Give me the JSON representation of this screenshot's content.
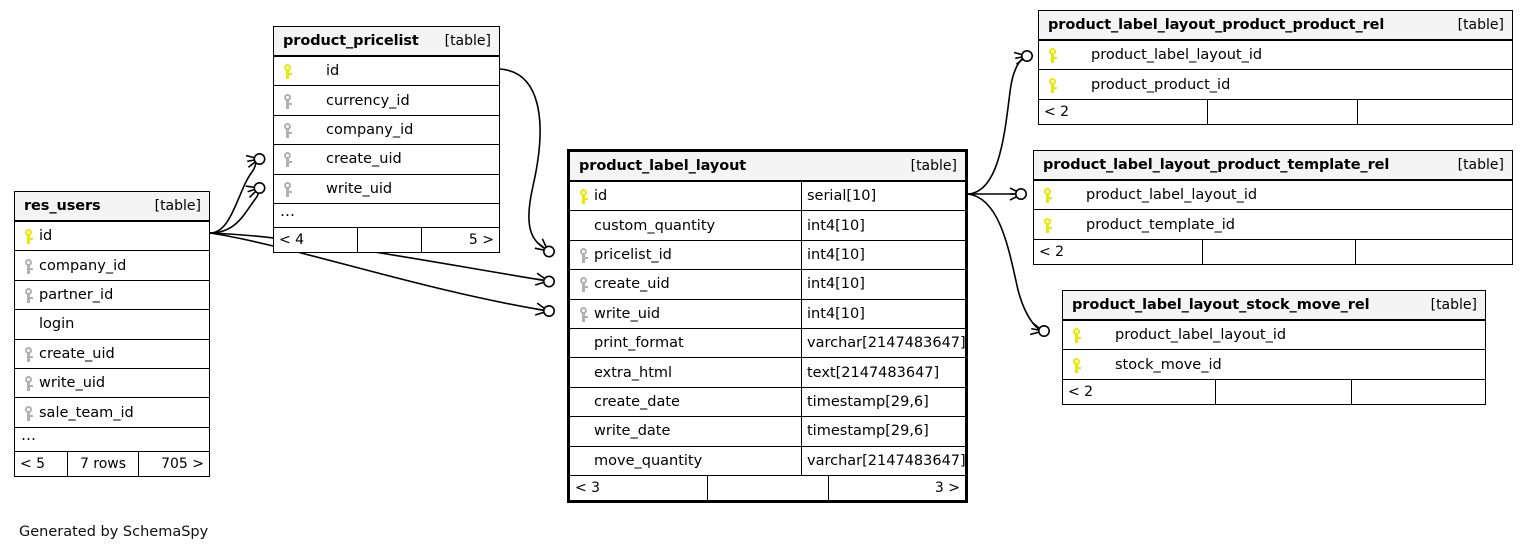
{
  "diagram": {
    "kind": "database-schema-erd",
    "credit": "Generated by SchemaSpy",
    "table_tag": "[table]",
    "ellipsis": "…",
    "colors": {
      "background": "#ffffff",
      "table_border": "#000000",
      "header_fill": "#f4f4f4",
      "primary_key_icon": "#e8e800",
      "foreign_key_icon": "#b0b0b0",
      "edge_stroke": "#000000"
    }
  },
  "tables": [
    {
      "id": "res_users",
      "name": "res_users",
      "tag": "[table]",
      "columns": [
        {
          "name": "id",
          "key": "pk",
          "type": ""
        },
        {
          "name": "company_id",
          "key": "fk",
          "type": ""
        },
        {
          "name": "partner_id",
          "key": "fk",
          "type": ""
        },
        {
          "name": "login",
          "key": "none",
          "type": ""
        },
        {
          "name": "create_uid",
          "key": "fk",
          "type": ""
        },
        {
          "name": "write_uid",
          "key": "fk",
          "type": ""
        },
        {
          "name": "sale_team_id",
          "key": "fk",
          "type": ""
        }
      ],
      "has_ellipsis": true,
      "footer": {
        "left": "< 5",
        "center": "7 rows",
        "right": "705 >"
      }
    },
    {
      "id": "product_pricelist",
      "name": "product_pricelist",
      "tag": "[table]",
      "columns": [
        {
          "name": "id",
          "key": "pk",
          "type": ""
        },
        {
          "name": "currency_id",
          "key": "fk",
          "type": ""
        },
        {
          "name": "company_id",
          "key": "fk",
          "type": ""
        },
        {
          "name": "create_uid",
          "key": "fk",
          "type": ""
        },
        {
          "name": "write_uid",
          "key": "fk",
          "type": ""
        }
      ],
      "has_ellipsis": true,
      "footer": {
        "left": "< 4",
        "center": "",
        "right": "5 >"
      }
    },
    {
      "id": "product_label_layout",
      "name": "product_label_layout",
      "tag": "[table]",
      "columns": [
        {
          "name": "id",
          "key": "pk",
          "type": "serial[10]"
        },
        {
          "name": "custom_quantity",
          "key": "none",
          "type": "int4[10]"
        },
        {
          "name": "pricelist_id",
          "key": "fk",
          "type": "int4[10]"
        },
        {
          "name": "create_uid",
          "key": "fk",
          "type": "int4[10]"
        },
        {
          "name": "write_uid",
          "key": "fk",
          "type": "int4[10]"
        },
        {
          "name": "print_format",
          "key": "none",
          "type": "varchar[2147483647]"
        },
        {
          "name": "extra_html",
          "key": "none",
          "type": "text[2147483647]"
        },
        {
          "name": "create_date",
          "key": "none",
          "type": "timestamp[29,6]"
        },
        {
          "name": "write_date",
          "key": "none",
          "type": "timestamp[29,6]"
        },
        {
          "name": "move_quantity",
          "key": "none",
          "type": "varchar[2147483647]"
        }
      ],
      "has_ellipsis": false,
      "footer": {
        "left": "< 3",
        "center": "",
        "right": "3 >"
      }
    },
    {
      "id": "product_label_layout_product_product_rel",
      "name": "product_label_layout_product_product_rel",
      "tag": "[table]",
      "columns": [
        {
          "name": "product_label_layout_id",
          "key": "pk",
          "type": ""
        },
        {
          "name": "product_product_id",
          "key": "pk",
          "type": ""
        }
      ],
      "has_ellipsis": false,
      "footer": {
        "left": "< 2",
        "center": "",
        "right": ""
      }
    },
    {
      "id": "product_label_layout_product_template_rel",
      "name": "product_label_layout_product_template_rel",
      "tag": "[table]",
      "columns": [
        {
          "name": "product_label_layout_id",
          "key": "pk",
          "type": ""
        },
        {
          "name": "product_template_id",
          "key": "pk",
          "type": ""
        }
      ],
      "has_ellipsis": false,
      "footer": {
        "left": "< 2",
        "center": "",
        "right": ""
      }
    },
    {
      "id": "product_label_layout_stock_move_rel",
      "name": "product_label_layout_stock_move_rel",
      "tag": "[table]",
      "columns": [
        {
          "name": "product_label_layout_id",
          "key": "pk",
          "type": ""
        },
        {
          "name": "stock_move_id",
          "key": "pk",
          "type": ""
        }
      ],
      "has_ellipsis": false,
      "footer": {
        "left": "< 2",
        "center": "",
        "right": ""
      }
    }
  ],
  "relationships": [
    {
      "from": "res_users.id",
      "to": "product_pricelist.create_uid"
    },
    {
      "from": "res_users.id",
      "to": "product_pricelist.write_uid"
    },
    {
      "from": "res_users.id",
      "to": "product_label_layout.create_uid"
    },
    {
      "from": "res_users.id",
      "to": "product_label_layout.write_uid"
    },
    {
      "from": "product_pricelist.id",
      "to": "product_label_layout.pricelist_id"
    },
    {
      "from": "product_label_layout.id",
      "to": "product_label_layout_product_product_rel.product_label_layout_id"
    },
    {
      "from": "product_label_layout.id",
      "to": "product_label_layout_product_template_rel.product_label_layout_id"
    },
    {
      "from": "product_label_layout.id",
      "to": "product_label_layout_stock_move_rel.product_label_layout_id"
    }
  ]
}
